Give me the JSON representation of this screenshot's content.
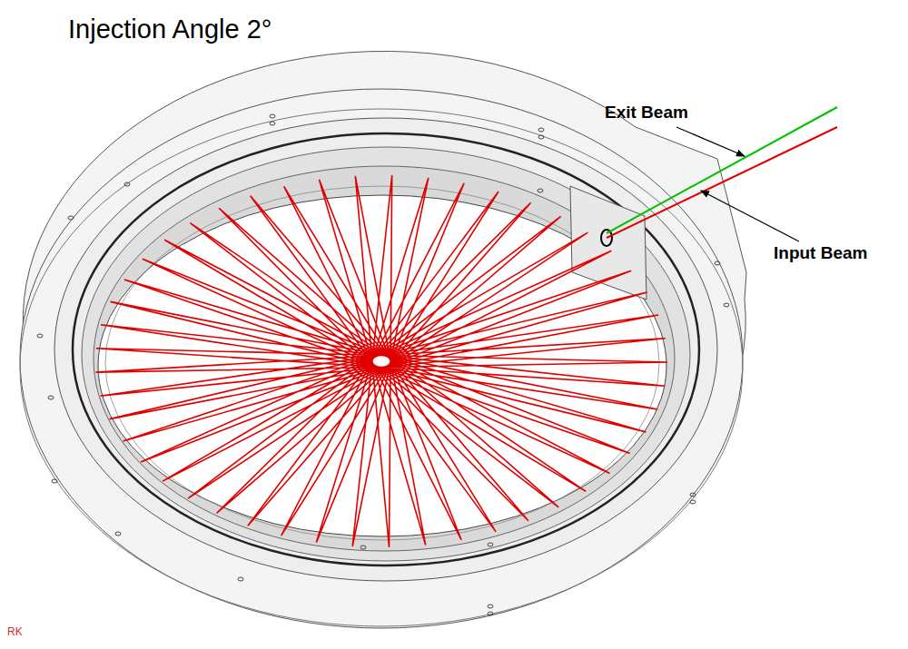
{
  "diagram": {
    "title": "Injection Angle 2°",
    "labels": [
      "Exit Beam",
      "Input Beam",
      "RK"
    ]
  }
}
